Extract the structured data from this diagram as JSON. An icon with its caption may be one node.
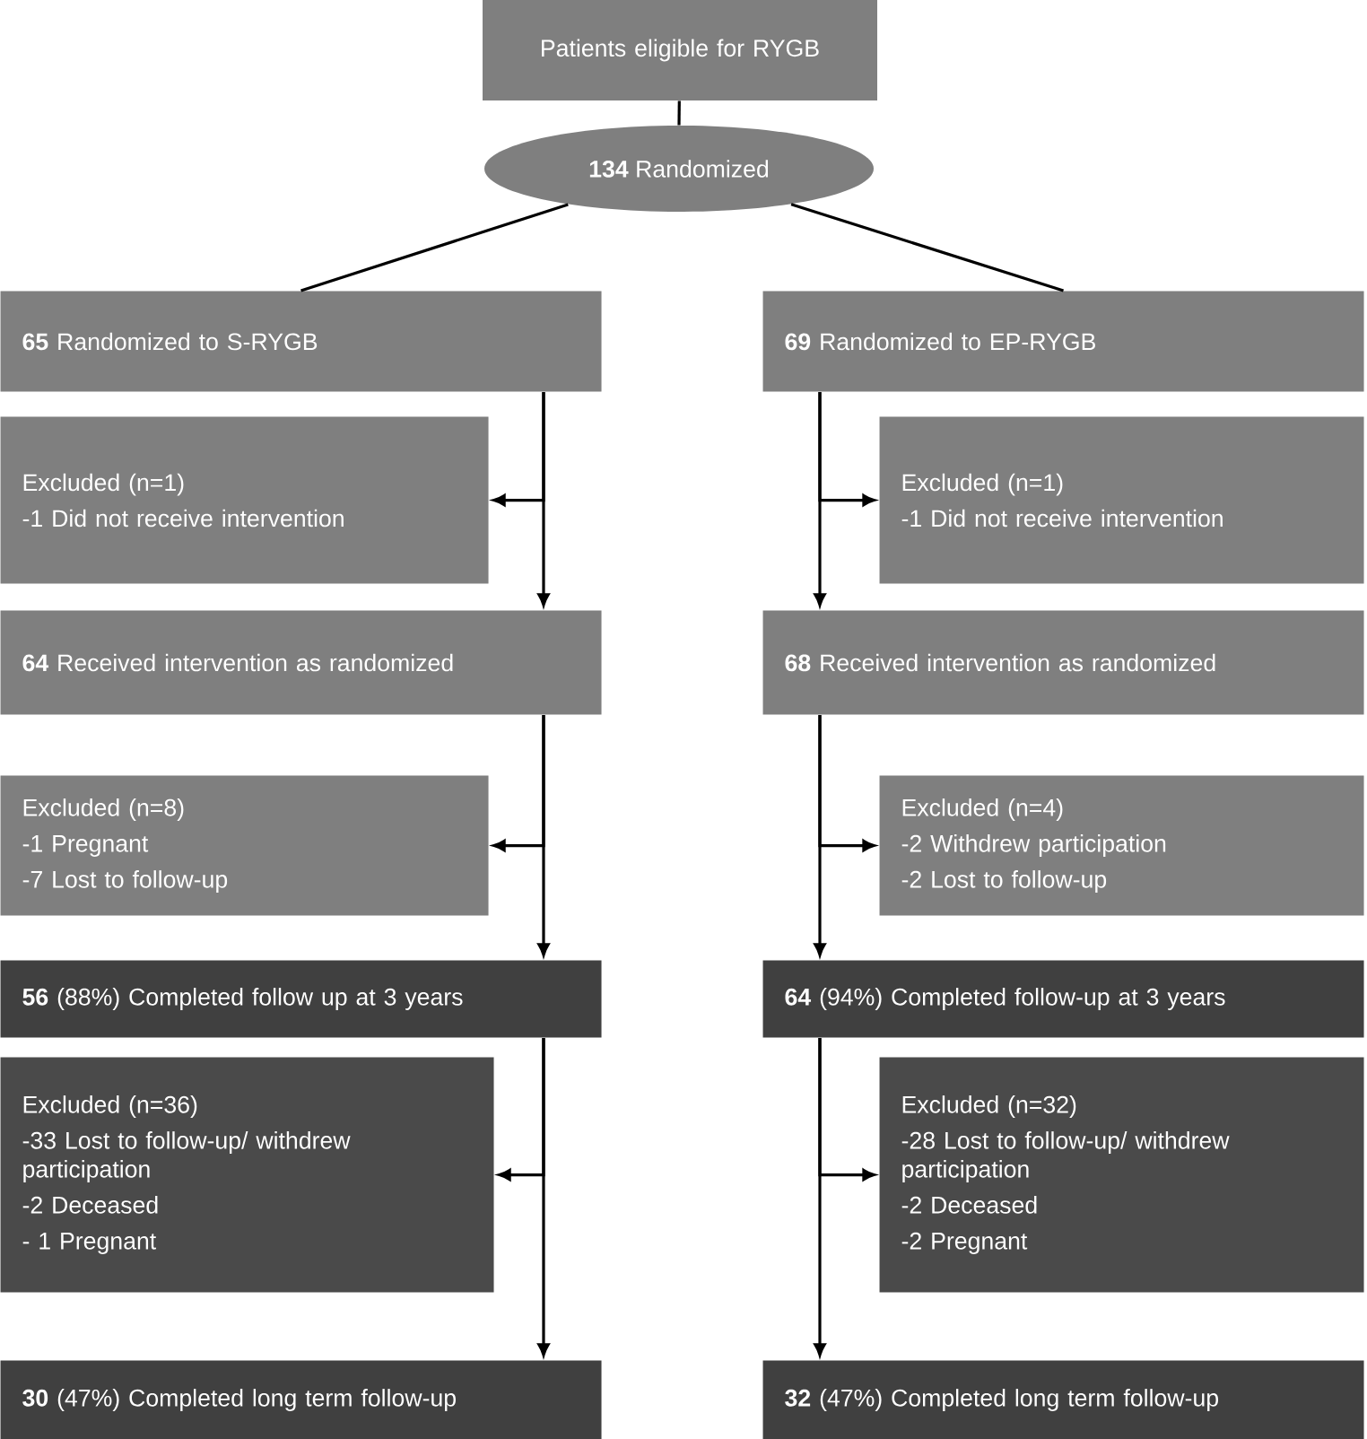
{
  "diagram": {
    "nodes": [
      {
        "text": [
          "Patients eligible for RYGB"
        ]
      },
      {
        "text": [
          "**134** Randomized"
        ]
      },
      {
        "text": [
          "**65** Randomized to S-RYGB"
        ]
      },
      {
        "text": [
          "**69** Randomized to EP-RYGB"
        ]
      },
      {
        "text": [
          "Excluded (n=1)",
          "-1 Did not receive intervention"
        ]
      },
      {
        "text": [
          "Excluded (n=1)",
          "-1 Did not receive intervention"
        ]
      },
      {
        "text": [
          "**64** Received intervention as randomized"
        ]
      },
      {
        "text": [
          "**68** Received intervention as randomized"
        ]
      },
      {
        "text": [
          "Excluded (n=8)",
          "-1 Pregnant",
          "-7 Lost to follow-up"
        ]
      },
      {
        "text": [
          "Excluded (n=4)",
          "-2 Withdrew participation",
          "-2 Lost to follow-up"
        ]
      },
      {
        "text": [
          "**56** (88%) Completed follow up at 3 years"
        ]
      },
      {
        "text": [
          "**64** (94%) Completed follow-up at 3 years"
        ]
      },
      {
        "text": [
          "Excluded (n=36)",
          "-33 Lost to follow-up/ withdrew participation",
          "-2 Deceased",
          "- 1 Pregnant"
        ]
      },
      {
        "text": [
          "Excluded (n=32)",
          "-28 Lost to follow-up/ withdrew participation",
          "-2 Deceased",
          "-2 Pregnant"
        ]
      },
      {
        "text": [
          "**30** (47%) Completed long term follow-up"
        ]
      },
      {
        "text": [
          "**32** (47%) Completed long term follow-up"
        ]
      }
    ],
    "edges": [
      {
        "from": 0,
        "to": 1,
        "arrow": "none"
      },
      {
        "from": 1,
        "to": 2,
        "arrow": "none"
      },
      {
        "from": 1,
        "to": 3,
        "arrow": "none"
      },
      {
        "from": 2,
        "to": 4,
        "arrow": "to"
      },
      {
        "from": 2,
        "to": 6,
        "arrow": "to"
      },
      {
        "from": 3,
        "to": 5,
        "arrow": "to"
      },
      {
        "from": 3,
        "to": 7,
        "arrow": "to"
      },
      {
        "from": 6,
        "to": 8,
        "arrow": "to"
      },
      {
        "from": 6,
        "to": 10,
        "arrow": "to"
      },
      {
        "from": 7,
        "to": 9,
        "arrow": "to"
      },
      {
        "from": 7,
        "to": 11,
        "arrow": "to"
      },
      {
        "from": 10,
        "to": 12,
        "arrow": "to"
      },
      {
        "from": 10,
        "to": 14,
        "arrow": "to"
      },
      {
        "from": 11,
        "to": 13,
        "arrow": "to"
      },
      {
        "from": 11,
        "to": 15,
        "arrow": "to"
      }
    ]
  }
}
